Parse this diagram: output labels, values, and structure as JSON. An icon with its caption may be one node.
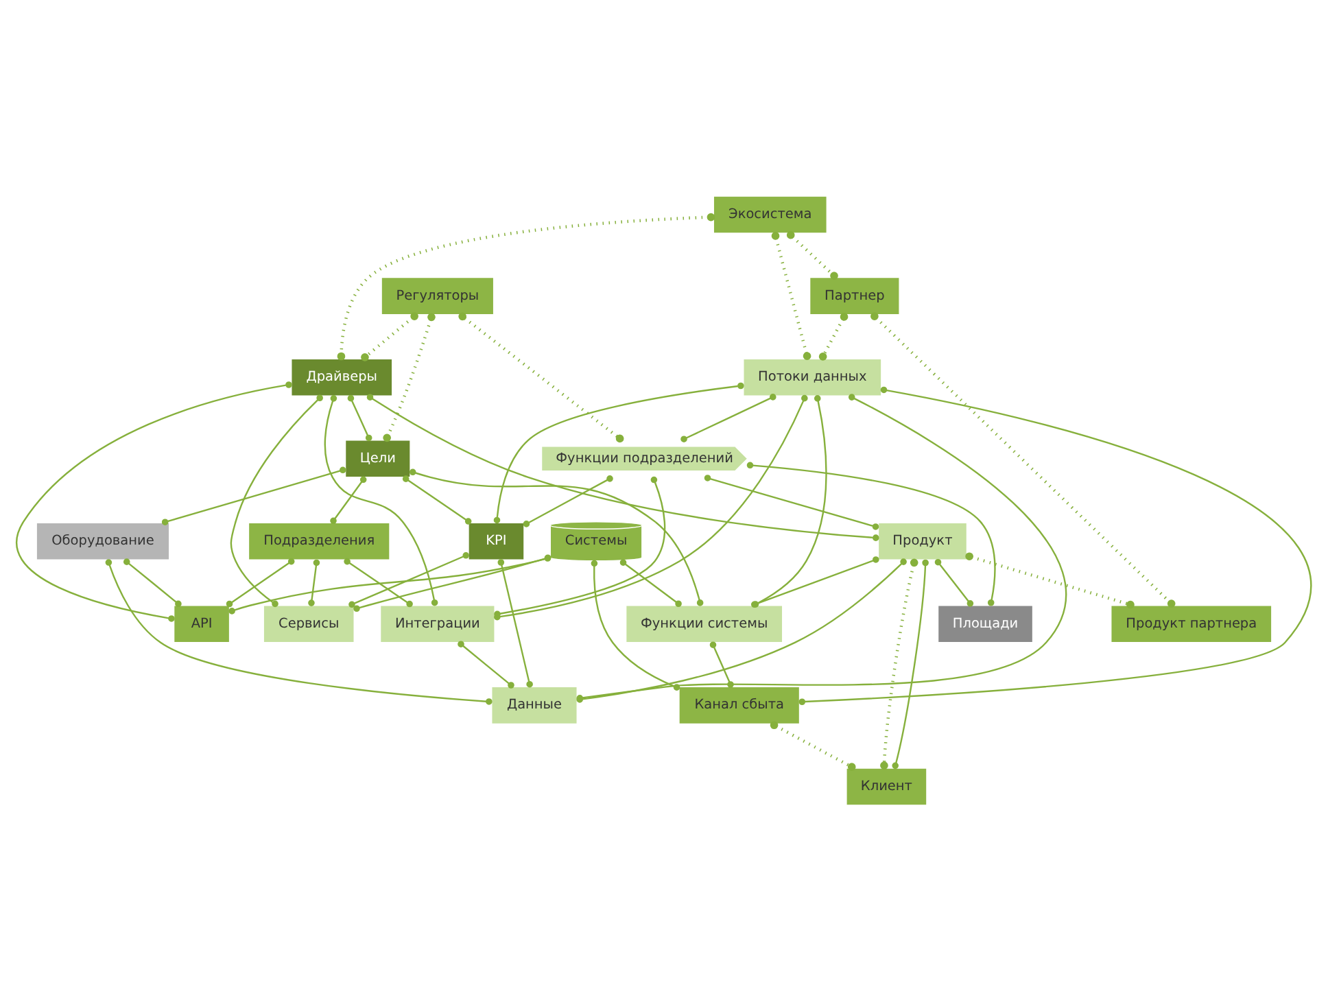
{
  "diagram": {
    "nodes": [
      {
        "text": [
          "Экосистема"
        ]
      },
      {
        "text": [
          "Регуляторы"
        ]
      },
      {
        "text": [
          "Партнер"
        ]
      },
      {
        "text": [
          "Драйверы"
        ]
      },
      {
        "text": [
          "Цели"
        ]
      },
      {
        "text": [
          "Потоки данных"
        ]
      },
      {
        "text": [
          "Функции подразделений"
        ]
      },
      {
        "text": [
          "Системы"
        ]
      },
      {
        "text": [
          "API"
        ]
      },
      {
        "text": [
          "Оборудование"
        ]
      },
      {
        "text": [
          "Данные"
        ]
      },
      {
        "text": [
          "Подразделения"
        ]
      },
      {
        "text": [
          "Сервисы"
        ]
      },
      {
        "text": [
          "KPI"
        ]
      },
      {
        "text": [
          "Канал сбыта"
        ]
      },
      {
        "text": [
          "Продукт"
        ]
      },
      {
        "text": [
          "Площади"
        ]
      },
      {
        "text": [
          "Функции системы"
        ]
      },
      {
        "text": [
          "Интеграции"
        ]
      },
      {
        "text": [
          "Продукт партнера"
        ]
      },
      {
        "text": [
          "Клиент"
        ]
      }
    ],
    "edges": [
      {
        "from": 0,
        "to": 2,
        "arrow": "other",
        "style": "dashed"
      },
      {
        "from": 0,
        "to": 3,
        "arrow": "other",
        "style": "dashed"
      },
      {
        "from": 0,
        "to": 5,
        "arrow": "other",
        "style": "dashed"
      },
      {
        "from": 1,
        "to": 3,
        "arrow": "other",
        "style": "dashed"
      },
      {
        "from": 1,
        "to": 4,
        "arrow": "other",
        "style": "dashed"
      },
      {
        "from": 1,
        "to": 6,
        "arrow": "other",
        "style": "dashed"
      },
      {
        "from": 2,
        "to": 5,
        "arrow": "other",
        "style": "dashed"
      },
      {
        "from": 2,
        "to": 19,
        "arrow": "other",
        "style": "dashed"
      },
      {
        "from": 15,
        "to": 19,
        "arrow": "other",
        "style": "dashed"
      },
      {
        "from": 15,
        "to": 20,
        "arrow": "other",
        "style": "dashed"
      },
      {
        "from": 14,
        "to": 20,
        "arrow": "other",
        "style": "dashed"
      },
      {
        "from": 3,
        "to": 4,
        "arrow": "other"
      },
      {
        "from": 3,
        "to": 8,
        "arrow": "other"
      },
      {
        "from": 3,
        "to": 15,
        "arrow": "other"
      },
      {
        "from": 3,
        "to": 12,
        "arrow": "other"
      },
      {
        "from": 3,
        "to": 18,
        "arrow": "other"
      },
      {
        "from": 4,
        "to": 11,
        "arrow": "other"
      },
      {
        "from": 4,
        "to": 13,
        "arrow": "other"
      },
      {
        "from": 4,
        "to": 17,
        "arrow": "other"
      },
      {
        "from": 4,
        "to": 9,
        "arrow": "other"
      },
      {
        "from": 5,
        "to": 6,
        "arrow": "other"
      },
      {
        "from": 5,
        "to": 10,
        "arrow": "other"
      },
      {
        "from": 5,
        "to": 17,
        "arrow": "other"
      },
      {
        "from": 5,
        "to": 18,
        "arrow": "other"
      },
      {
        "from": 5,
        "to": 13,
        "arrow": "other"
      },
      {
        "from": 5,
        "to": 14,
        "arrow": "other"
      },
      {
        "from": 6,
        "to": 13,
        "arrow": "other"
      },
      {
        "from": 6,
        "to": 16,
        "arrow": "other"
      },
      {
        "from": 6,
        "to": 15,
        "arrow": "other"
      },
      {
        "from": 6,
        "to": 18,
        "arrow": "other"
      },
      {
        "from": 7,
        "to": 8,
        "arrow": "other"
      },
      {
        "from": 7,
        "to": 12,
        "arrow": "other"
      },
      {
        "from": 7,
        "to": 14,
        "arrow": "other"
      },
      {
        "from": 7,
        "to": 17,
        "arrow": "other"
      },
      {
        "from": 9,
        "to": 10,
        "arrow": "other"
      },
      {
        "from": 9,
        "to": 8,
        "arrow": "other"
      },
      {
        "from": 11,
        "to": 12,
        "arrow": "other"
      },
      {
        "from": 11,
        "to": 8,
        "arrow": "other"
      },
      {
        "from": 11,
        "to": 18,
        "arrow": "other"
      },
      {
        "from": 13,
        "to": 10,
        "arrow": "other"
      },
      {
        "from": 13,
        "to": 12,
        "arrow": "other"
      },
      {
        "from": 15,
        "to": 17,
        "arrow": "other"
      },
      {
        "from": 15,
        "to": 16,
        "arrow": "other"
      },
      {
        "from": 15,
        "to": 20,
        "arrow": "other"
      },
      {
        "from": 15,
        "to": 10,
        "arrow": "other"
      },
      {
        "from": 17,
        "to": 14,
        "arrow": "other"
      },
      {
        "from": 18,
        "to": 10,
        "arrow": "other"
      }
    ]
  }
}
